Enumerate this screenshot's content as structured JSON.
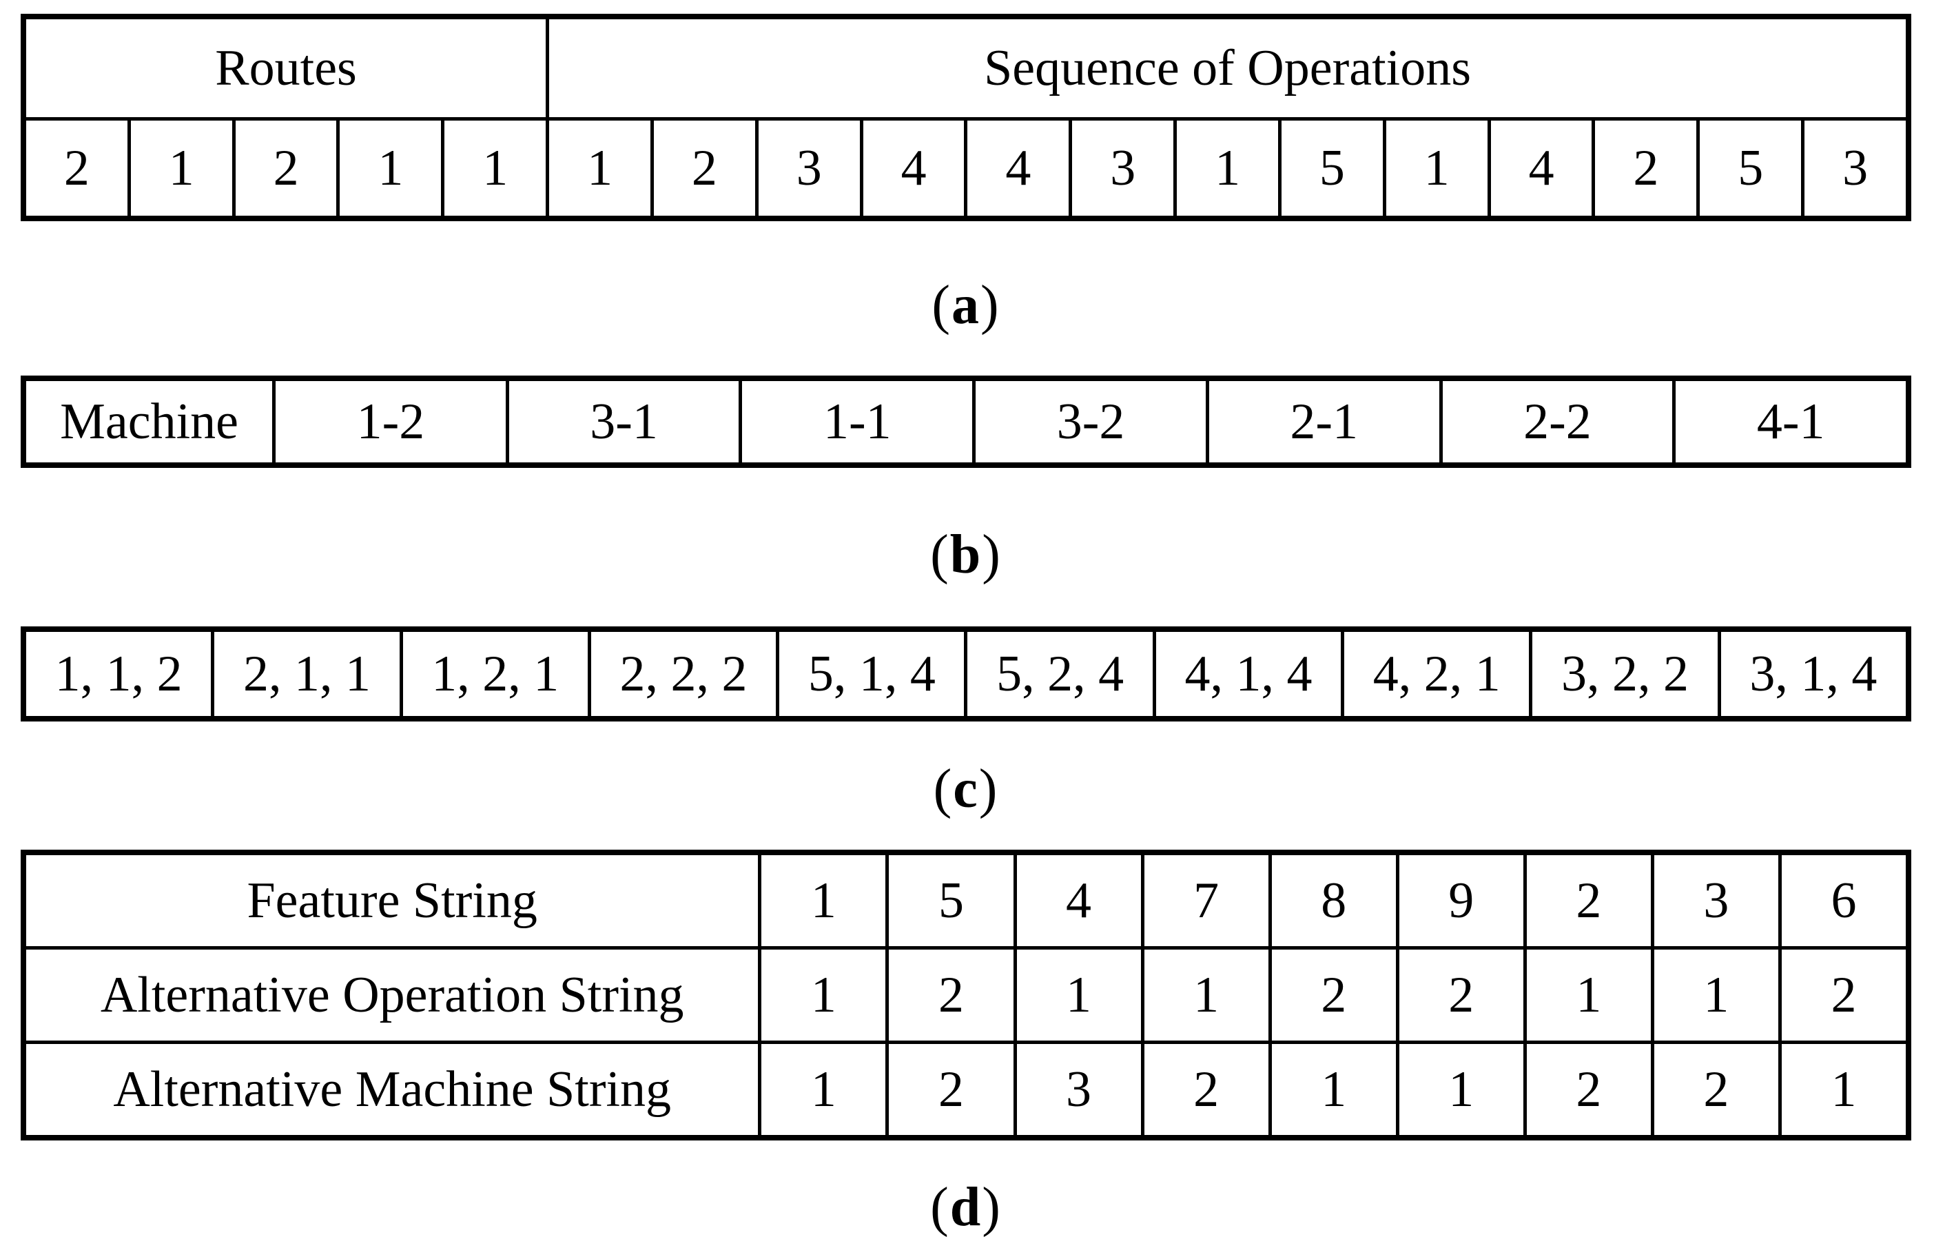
{
  "figure": {
    "table_a": {
      "headers": {
        "routes": "Routes",
        "sequence": "Sequence of Operations"
      },
      "routes_values": [
        "2",
        "1",
        "2",
        "1",
        "1"
      ],
      "sequence_values": [
        "1",
        "2",
        "3",
        "4",
        "4",
        "3",
        "1",
        "5",
        "1",
        "4",
        "2",
        "5",
        "3"
      ]
    },
    "caption_a": {
      "open": "(",
      "letter": "a",
      "close": ")"
    },
    "table_b": {
      "label": "Machine",
      "values": [
        "1-2",
        "3-1",
        "1-1",
        "3-2",
        "2-1",
        "2-2",
        "4-1"
      ]
    },
    "caption_b": {
      "open": "(",
      "letter": "b",
      "close": ")"
    },
    "table_c": {
      "values": [
        "1, 1, 2",
        "2, 1, 1",
        "1, 2, 1",
        "2, 2, 2",
        "5, 1, 4",
        "5, 2, 4",
        "4, 1, 4",
        "4, 2, 1",
        "3, 2, 2",
        "3, 1, 4"
      ]
    },
    "caption_c": {
      "open": "(",
      "letter": "c",
      "close": ")"
    },
    "table_d": {
      "rows": [
        {
          "label": "Feature String",
          "values": [
            "1",
            "5",
            "4",
            "7",
            "8",
            "9",
            "2",
            "3",
            "6"
          ]
        },
        {
          "label": "Alternative Operation String",
          "values": [
            "1",
            "2",
            "1",
            "1",
            "2",
            "2",
            "1",
            "1",
            "2"
          ]
        },
        {
          "label": "Alternative Machine String",
          "values": [
            "1",
            "2",
            "3",
            "2",
            "1",
            "1",
            "2",
            "2",
            "1"
          ]
        }
      ]
    },
    "caption_d": {
      "open": "(",
      "letter": "d",
      "close": ")"
    }
  },
  "colors": {
    "ink": "#000000",
    "background": "#ffffff"
  }
}
